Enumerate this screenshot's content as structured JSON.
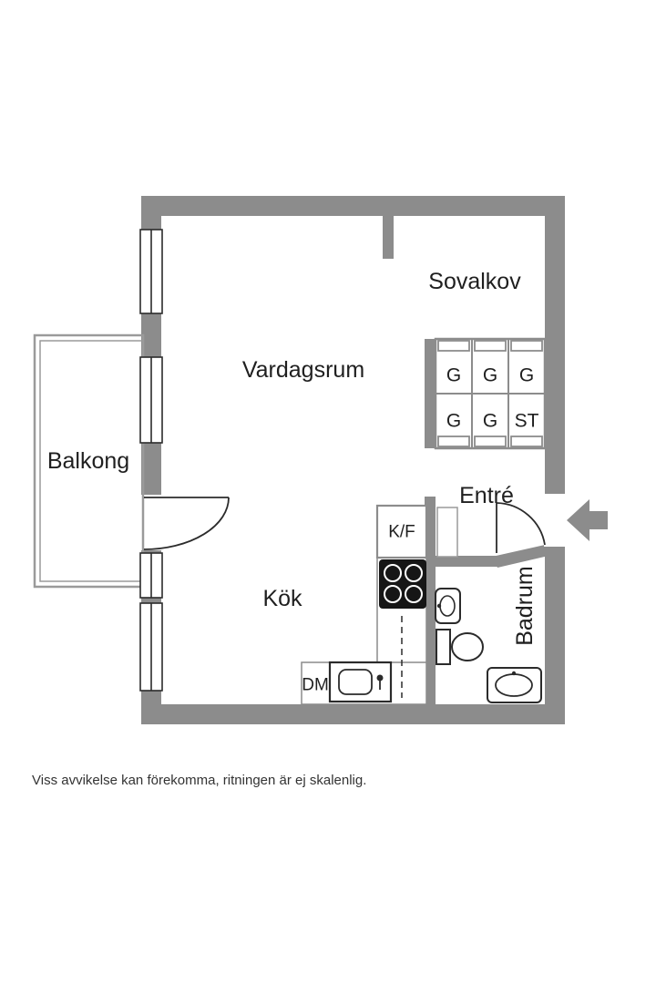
{
  "colors": {
    "wall": "#8c8c8c",
    "fixture": "#2b2b2b",
    "text": "#1f1f1f"
  },
  "rooms": {
    "sovalkov": "Sovalkov",
    "vardagsrum": "Vardagsrum",
    "balkong": "Balkong",
    "entre": "Entré",
    "kok": "Kök",
    "badrum": "Badrum"
  },
  "appliances": {
    "fridge_freezer": "K/F",
    "dishwasher": "DM"
  },
  "closets": {
    "row1": [
      "G",
      "G",
      "G"
    ],
    "row2": [
      "G",
      "G",
      "ST"
    ]
  },
  "disclaimer": "Viss avvikelse kan förekomma, ritningen är ej skalenlig."
}
